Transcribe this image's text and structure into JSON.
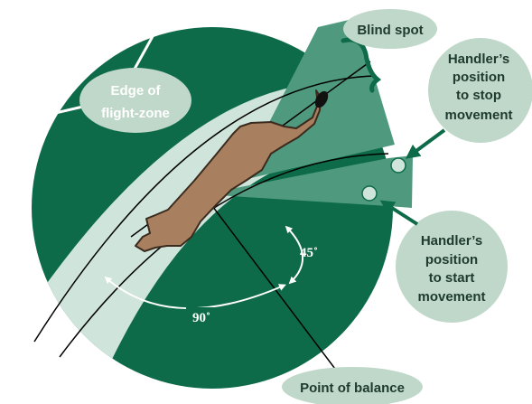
{
  "diagram": {
    "labels": {
      "edge_line1": "Edge of",
      "edge_line2": "flight-zone",
      "blind_spot": "Blind spot",
      "stop_line1": "Handler’s",
      "stop_line2": "position",
      "stop_line3": "to stop",
      "stop_line4": "movement",
      "start_line1": "Handler’s",
      "start_line2": "position",
      "start_line3": "to start",
      "start_line4": "movement",
      "balance": "Point of balance",
      "angle_90": "90˚",
      "angle_45": "45˚"
    },
    "colors": {
      "zone": "#0e6b4a",
      "band": "#cfe4da",
      "wedge": "#4f9a7e",
      "bubble": "#bfd8c9",
      "cow": "#a8805f",
      "cow_dark": "#3b2a1e"
    }
  }
}
